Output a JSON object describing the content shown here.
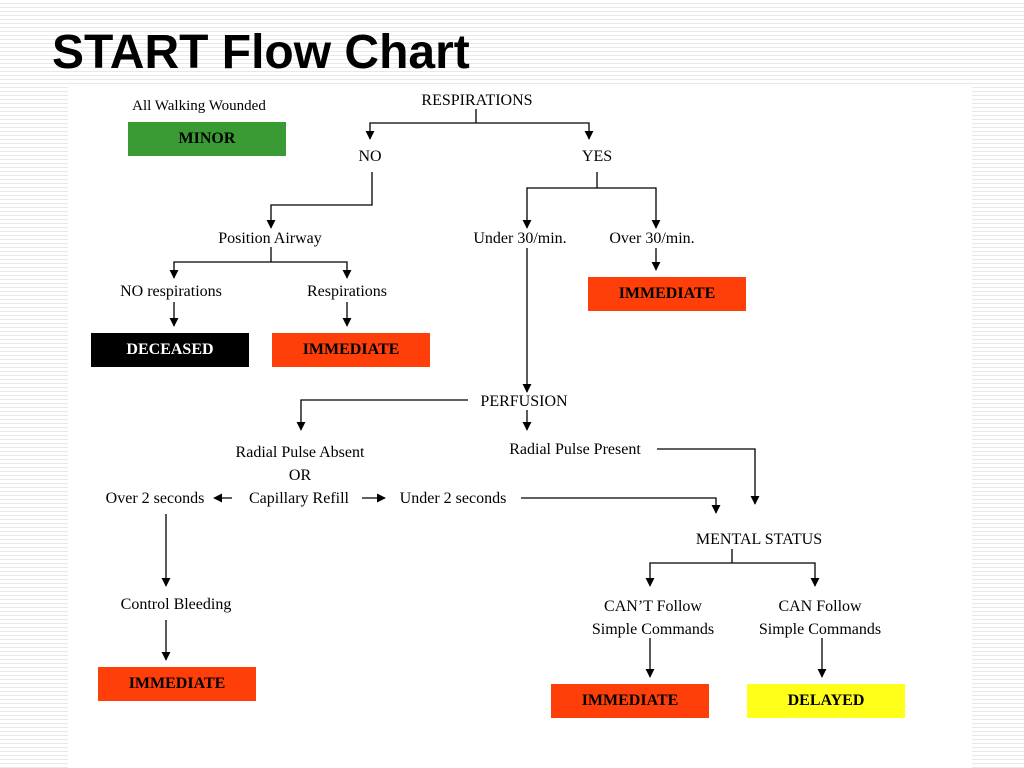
{
  "title": "START Flow Chart",
  "colors": {
    "minor": "#3a9b35",
    "immediate": "#ff3f0a",
    "deceased": "#000000",
    "delayed": "#ffff1a"
  },
  "flow": {
    "walking_wounded": "All Walking Wounded",
    "minor": "MINOR",
    "respirations": "RESPIRATIONS",
    "no": "NO",
    "yes": "YES",
    "position_airway": "Position Airway",
    "no_respirations": "NO respirations",
    "respirations_after": "Respirations",
    "deceased": "DECEASED",
    "immediate_airway": "IMMEDIATE",
    "under_30": "Under 30/min.",
    "over_30": "Over 30/min.",
    "immediate_resp": "IMMEDIATE",
    "perfusion": "PERFUSION",
    "radial_absent": "Radial Pulse Absent",
    "or": "OR",
    "capillary_refill": "Capillary Refill",
    "over_2": "Over 2 seconds",
    "under_2": "Under 2 seconds",
    "radial_present": "Radial Pulse Present",
    "control_bleeding": "Control Bleeding",
    "immediate_bleeding": "IMMEDIATE",
    "mental_status": "MENTAL STATUS",
    "cant_follow_1": "CAN’T Follow",
    "cant_follow_2": "Simple Commands",
    "can_follow_1": "CAN Follow",
    "can_follow_2": "Simple Commands",
    "immediate_mental": "IMMEDIATE",
    "delayed": "DELAYED"
  }
}
